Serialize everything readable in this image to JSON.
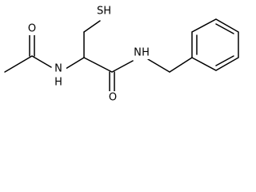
{
  "molecule": {
    "atoms": {
      "oxygen_acetyl": "O",
      "nitrogen_amide_left": "N",
      "hydrogen_amide_left": "H",
      "sulfhydryl": "SH",
      "oxygen_carbonyl": "O",
      "nitrogen_amide_right": "N",
      "hydrogen_amide_right": "H"
    }
  }
}
